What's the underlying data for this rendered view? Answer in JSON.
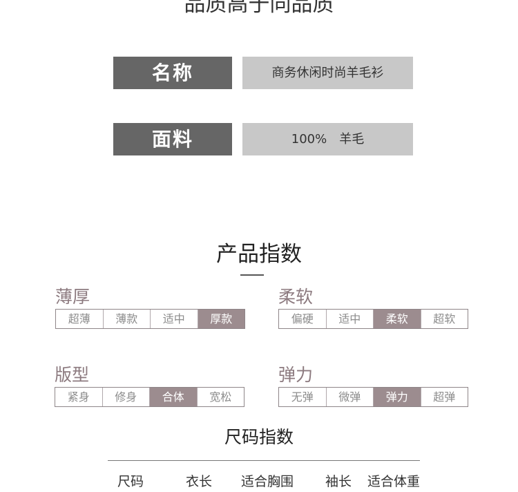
{
  "top_title": "品质高于同品质",
  "specs": {
    "name": {
      "label": "名称",
      "value": "商务休闲时尚羊毛衫"
    },
    "material": {
      "label": "面料",
      "value": "100%　羊毛"
    }
  },
  "index_title": "产品指数",
  "indices": {
    "thickness": {
      "label": "薄厚",
      "options": [
        "超薄",
        "薄款",
        "适中",
        "厚款"
      ],
      "selected": "厚款"
    },
    "softness": {
      "label": "柔软",
      "options": [
        "偏硬",
        "适中",
        "柔软",
        "超软"
      ],
      "selected": "柔软"
    },
    "fit": {
      "label": "版型",
      "options": [
        "紧身",
        "修身",
        "合体",
        "宽松"
      ],
      "selected": "合体"
    },
    "elasticity": {
      "label": "弹力",
      "options": [
        "无弹",
        "微弹",
        "弹力",
        "超弹"
      ],
      "selected": "弹力"
    }
  },
  "size_title": "尺码指数",
  "size_table": {
    "headers": [
      "尺码",
      "衣长",
      "适合胸围",
      "袖长",
      "适合体重"
    ]
  },
  "colors": {
    "label_bg": "#666666",
    "value_bg": "#c8c8c8",
    "active": "#9c8c8f",
    "label_text": "#8c7a7f"
  }
}
